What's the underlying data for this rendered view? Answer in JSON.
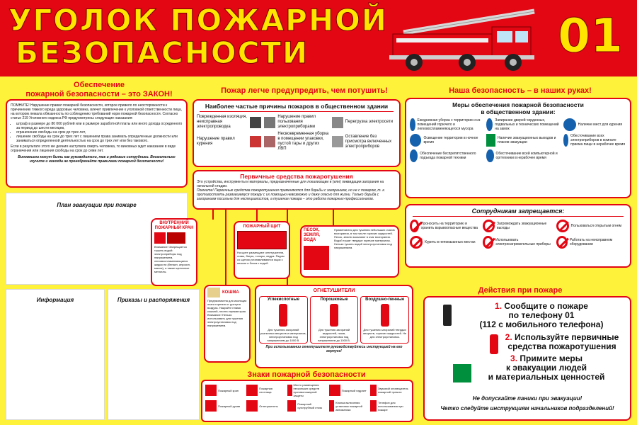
{
  "title_line1": "УГОЛОК ПОЖАРНОЙ",
  "title_line2": "БЕЗОПАСНОСТИ",
  "emergency_number": "01",
  "headings": {
    "law": "Обеспечение\nпожарной безопасности – это ЗАКОН!",
    "prevent": "Пожар легче предупредить, чем потушить!",
    "hands": "Наша безопасность – в наших руках!"
  },
  "law_box": {
    "intro": "ПОМНИТЕ! Нарушение правил пожарной безопасности, которое привело по неосторожности к причинению тяжкого вреда здоровью человека, влечет привлечение к уголовной ответственности лица, на котором лежала обязанность по соблюдению требований норм пожарной безопасности. Согласно статье 219 Уголовного кодекса РФ предусмотрены следующие наказания:",
    "items": [
      "штраф в размере до 80 000 рублей или в размере заработной платы или иного дохода осужденного за период до шести месяцев,",
      "ограничение свободы на срок до трех лет,",
      "лишение свободы на срок до трех лет с лишением права занимать определенные должности или заниматься определенной деятельностью на срок до трех лет или без такового."
    ],
    "death": "Если в результате этого же деяния наступила смерть человека, то виновных ждет наказание в виде ограничения или лишения свободы на срок до семи лет.",
    "note": "Виновными могут быть как руководители, так и рядовые сотрудники. Внимательно изучите и никогда не пренебрегайте правилами пожарной безопасности!"
  },
  "placeholders": {
    "evac": "План эвакуации при пожаре",
    "info": "Информация",
    "orders": "Приказы и распоряжения"
  },
  "causes": {
    "title": "Наиболее частые причины пожаров в общественном здании",
    "items": [
      "Поврежденная изоляция, неисправная электропроводка",
      "Нарушение правил пользования электроприборами",
      "Перегрузка электросети",
      "Нарушение правил курения",
      "Несвоевременная уборка в помещении упаковки, пустой тары и других ЛВП",
      "Оставление без присмотра включенных электроприборов"
    ]
  },
  "primary": {
    "title": "Первичные средства пожаротушения",
    "text": "Это устройства, инструменты и материалы, предназначенные для локализации и (или) ликвидации загорания на начальной стадии.",
    "text2": "Помните! Первичные средства пожаротушения применяются для борьбы с загоранием, но не с пожаром, т. к. противостоять развившемуся пожару с их помощью невозможно и даже опасно для жизни. Только борьба с загоранием посильна для неспециалистов, а тушение пожара – это работа пожарных-профессионалов."
  },
  "hydrant": {
    "title": "ВНУТРЕННИЙ ПОЖАРНЫЙ КРАН",
    "text": "Внимание! Запрещается тушить водой: электроприборы под напряжением, легковоспламеняющиеся жидкости (бензин, керосин, масла), а также щелочные металлы."
  },
  "shield": {
    "title": "ПОЖАРНЫЙ ЩИТ",
    "text": "На щите размещают огнетушители, ломы, багры, топоры, ведра. Рядом со щитом устанавливаются ящик с песком и бочка с водой."
  },
  "sand": {
    "title": "ПЕСОК, ЗЕМЛЯ, ВОДА",
    "text": "Применяются для тушения небольших очагов возгорания, в том числе горючих жидкостей. Песок, землю засыпают в очаг возгорания. Водой тушат твердые горючие материалы. Нельзя тушить водой электроустановки под напряжением."
  },
  "blanket": {
    "title": "КОШМА",
    "text": "Предназначена для изоляции очага горения от доступа воздуха. Накройте пламя кошмой, плотно прижав края. Внимание! Нельзя использовать для тушения электроустановок под напряжением."
  },
  "extinguishers": {
    "title": "ОГНЕТУШИТЕЛИ",
    "types": [
      {
        "name": "Углекислотные",
        "text": "Для тушения загораний различных веществ и материалов, электроустановок под напряжением до 1000 В."
      },
      {
        "name": "Порошковые",
        "text": "Для тушения загораний жидкостей, газов, электроустановок под напряжением до 1000 В."
      },
      {
        "name": "Воздушно-пенные",
        "text": "Для тушения загораний твердых веществ, горючих жидкостей. Не для электроустановок."
      }
    ],
    "footer": "При использовании огнетушителя руководствуйтесь инструкцией на его корпусе!"
  },
  "signs": {
    "title": "Знаки пожарной безопасности",
    "items": [
      "Пожарный кран",
      "Пожарная лестница",
      "Место размещения нескольких средств противопожарной защиты",
      "Пожарный гидрант",
      "Звуковой оповещатель пожарной тревоги",
      "Пожарный рукав",
      "Огнетушитель",
      "Пожарный сухотрубный стояк",
      "Кнопка включения установок пожарной автоматики",
      "Телефон для использования при пожаре"
    ]
  },
  "measures": {
    "title": "Меры обеспечения пожарной безопасности\nв общественном здании:",
    "items": [
      "Ежедневная уборка с территории и из помещений горючего и легковоспламеняющегося мусора",
      "Запирание дверей чердачных, подвальных и технических помещений на замок",
      "Наличие мест для курения",
      "Освещение территории в ночное время",
      "Наличие эвакуационных выходов и планов эвакуации",
      "Обесточивание всех электроприборов в комнате приема пищи в нерабочее время",
      "Обеспечение беспрепятственного подъезда пожарной техники",
      "Обесточивание всей компьютерной и оргтехники в нерабочее время"
    ]
  },
  "prohibited": {
    "title": "Сотрудникам запрещается:",
    "items": [
      "Проносить на территорию и хранить взрывоопасные вещества",
      "Загромождать эвакуационные выходы",
      "Пользоваться открытым огнем",
      "Курить в непоказанных местах",
      "Использовать электронагревательные приборы",
      "Работать на неисправном оборудовании"
    ]
  },
  "actions": {
    "title": "Действия при пожаре",
    "step1": "Сообщите о пожаре\nпо телефону 01\n(112 с мобильного телефона)",
    "step2": "Используйте первичные\nсредства пожаротушения",
    "step3": "Примите меры\nк эвакуации людей\nи материальных ценностей",
    "step1_num": "1.",
    "step2_num": "2.",
    "step3_num": "3.",
    "note1": "Не допускайте паники при эвакуации!",
    "note2": "Четко следуйте инструкциям начальников подразделений!"
  },
  "colors": {
    "red": "#e30613",
    "yellow": "#fff23a",
    "blue": "#1561ad",
    "green": "#008f3c"
  }
}
